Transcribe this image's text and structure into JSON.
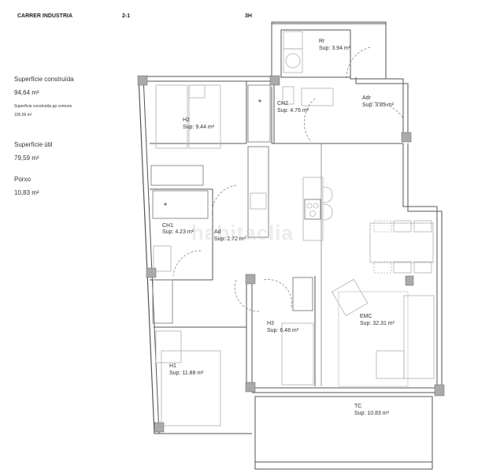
{
  "header": {
    "street": "CARRER INDUSTRIA",
    "block": "2-1",
    "unit": "3H"
  },
  "summary": {
    "built_area_label": "Superfície construïda",
    "built_area_value": "94,64 m²",
    "built_area_common_label": "Superfície construïda pp comuns",
    "built_area_common_value": "105,56 m²",
    "useful_area_label": "Superfície útil",
    "useful_area_value": "79,59 m²",
    "porch_label": "Porxo",
    "porch_value": "10,83 m²"
  },
  "rooms": [
    {
      "code": "Rr",
      "area": "Sup: 3.94 m²"
    },
    {
      "code": "Adr",
      "area": "Sup: 3.83 m²"
    },
    {
      "code": "CH2",
      "area": "Sup: 4.76 m²"
    },
    {
      "code": "H2",
      "area": "Sup: 9.44 m²"
    },
    {
      "code": "CH1",
      "area": "Sup: 4.23 m²"
    },
    {
      "code": "Ad",
      "area": "Sup: 2.72 m²"
    },
    {
      "code": "H3",
      "area": "Sup: 6.48 m²"
    },
    {
      "code": "EMC",
      "area": "Sup: 32.31 m²"
    },
    {
      "code": "H1",
      "area": "Sup: 11.88 m²"
    },
    {
      "code": "TC",
      "area": "Sup: 10.83 m²"
    }
  ],
  "watermark": "habitaclia",
  "colors": {
    "wall": "#555555",
    "column": "#a9a9a9",
    "furniture": "#b0b0b0",
    "text": "#333333"
  }
}
